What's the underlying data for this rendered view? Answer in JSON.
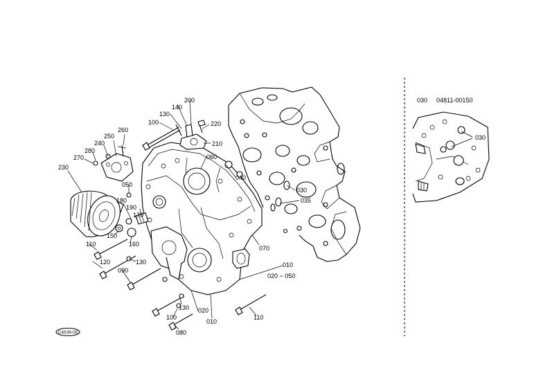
{
  "diagram": {
    "labels": {
      "p100a": "100",
      "p130a": "130",
      "p140": "140",
      "p200": "200",
      "p220": "220",
      "p210": "210",
      "p060": "060",
      "p040": "040",
      "p260": "260",
      "p250": "250",
      "p240": "240",
      "p280": "280",
      "p270": "270",
      "p230": "230",
      "p050": "050",
      "p180": "180",
      "p190": "190",
      "p170": "170",
      "p150": "150",
      "p160": "160",
      "p110a": "110",
      "p120": "120",
      "p130b": "130",
      "p090": "090",
      "p030": "030",
      "p035": "035",
      "p070": "070",
      "p010a": "010",
      "p020_050": "020 ~ 050",
      "p130c": "130",
      "p100b": "100",
      "p020": "020",
      "p080": "080",
      "p010b": "010",
      "p110b": "110",
      "detail030": "030"
    },
    "detail_header": {
      "ref": "030",
      "part_number": "04811-00150"
    },
    "stamp": "C4539-05"
  }
}
